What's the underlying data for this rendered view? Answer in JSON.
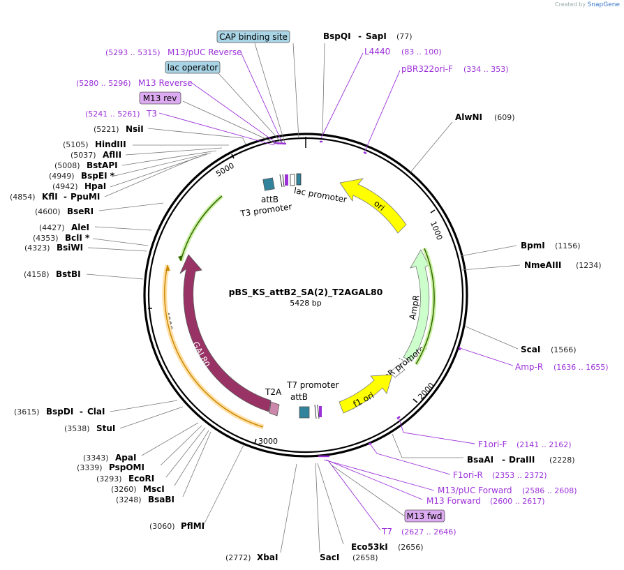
{
  "credit": {
    "created_by": "Created by",
    "brand": "SnapGene"
  },
  "plasmid": {
    "name": "pBS_KS_attB2_SA(2)_T2AGAL80",
    "length": "5428 bp"
  },
  "ticks": [
    "1000",
    "2000",
    "3000",
    "4000",
    "5000"
  ],
  "features": {
    "ori": "ori",
    "ampr": "AmpR",
    "ampr_promoter": "AmpR promoter",
    "f1ori": "f1 ori",
    "t7_promoter": "T7 promoter",
    "attb_bottom": "attB",
    "t2a": "T2A",
    "gal80": "GAL80",
    "attb_top": "attB",
    "t3_promoter": "T3 promoter",
    "lac_promoter": "lac promoter"
  },
  "boxes": {
    "cap": "CAP binding site",
    "lac_operator": "lac operator",
    "m13rev": "M13 rev",
    "m13fwd": "M13 fwd"
  },
  "enzymes": [
    {
      "name": "BspQI",
      "extra": "SapI",
      "pos": "(77)"
    },
    {
      "name": "AlwNI",
      "pos": "(609)"
    },
    {
      "name": "BpmI",
      "pos": "(1156)"
    },
    {
      "name": "NmeAIII",
      "pos": "(1234)"
    },
    {
      "name": "ScaI",
      "pos": "(1566)"
    },
    {
      "name": "BsaAI",
      "extra": "DraIII",
      "pos": "(2228)"
    },
    {
      "name": "Eco53kI",
      "pos": "(2656)"
    },
    {
      "name": "SacI",
      "pos": "(2658)"
    },
    {
      "name": "XbaI",
      "pos": "(2772)"
    },
    {
      "name": "PflMI",
      "pos": "(3060)"
    },
    {
      "name": "BsaBI",
      "pos": "(3248)"
    },
    {
      "name": "MscI",
      "pos": "(3260)"
    },
    {
      "name": "EcoRI",
      "pos": "(3293)"
    },
    {
      "name": "PspOMI",
      "pos": "(3339)"
    },
    {
      "name": "ApaI",
      "pos": "(3343)"
    },
    {
      "name": "StuI",
      "pos": "(3538)"
    },
    {
      "name": "BspDI",
      "extra": "ClaI",
      "pos": "(3615)"
    },
    {
      "name": "BstBI",
      "pos": "(4158)"
    },
    {
      "name": "BsiWI",
      "pos": "(4323)"
    },
    {
      "name": "BclI *",
      "pos": "(4353)"
    },
    {
      "name": "AleI",
      "pos": "(4427)"
    },
    {
      "name": "BseRI",
      "pos": "(4600)"
    },
    {
      "name": "KflI",
      "extra": "PpuMI",
      "pos": "(4854)"
    },
    {
      "name": "HpaI",
      "pos": "(4942)"
    },
    {
      "name": "BspEI *",
      "pos": "(4949)"
    },
    {
      "name": "BstAPI",
      "pos": "(5008)"
    },
    {
      "name": "AflII",
      "pos": "(5037)"
    },
    {
      "name": "HindIII",
      "pos": "(5105)"
    },
    {
      "name": "NsiI",
      "pos": "(5221)"
    }
  ],
  "primers": [
    {
      "name": "L4440",
      "range": "(83 .. 100)"
    },
    {
      "name": "pBR322ori-F",
      "range": "(334 .. 353)"
    },
    {
      "name": "Amp-R",
      "range": "(1636 .. 1655)"
    },
    {
      "name": "F1ori-F",
      "range": "(2141 .. 2162)"
    },
    {
      "name": "F1ori-R",
      "range": "(2353 .. 2372)"
    },
    {
      "name": "M13/pUC Forward",
      "range": "(2586 .. 2608)"
    },
    {
      "name": "M13 Forward",
      "range": "(2600 .. 2617)"
    },
    {
      "name": "T7",
      "range": "(2627 .. 2646)"
    },
    {
      "name": "T3",
      "range": "(5241 .. 5261)"
    },
    {
      "name": "M13 Reverse",
      "range": "(5280 .. 5296)"
    },
    {
      "name": "M13/pUC Reverse",
      "range": "(5293 .. 5315)"
    }
  ],
  "colors": {
    "ori": "#ffff00",
    "ampr": "#ccffcc",
    "f1ori": "#ffff00",
    "gal80": "#993366",
    "t2a": "#cc88aa",
    "attb": "#31849b",
    "primer": "#9b30d9",
    "box_blue": "#a8d4e6",
    "box_purple": "#dcaaf0"
  }
}
